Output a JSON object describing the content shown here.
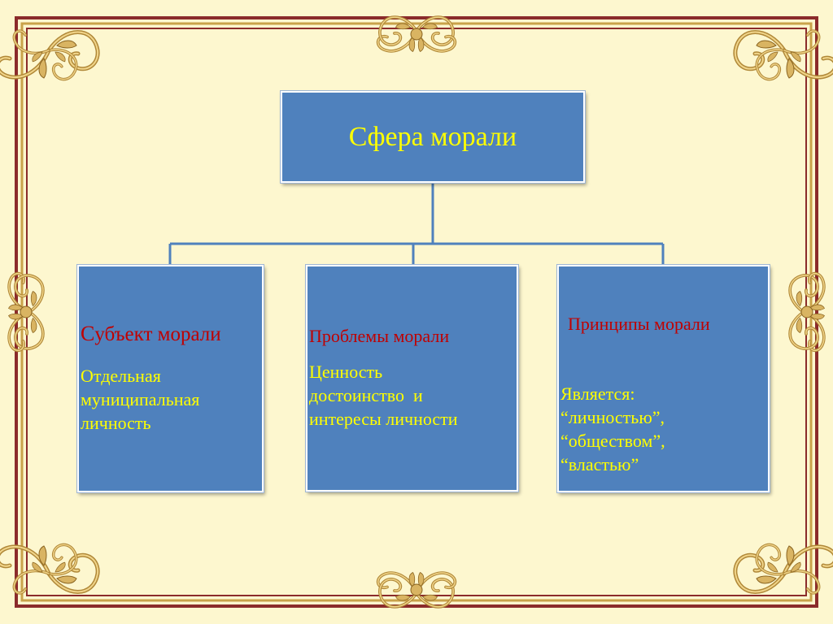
{
  "root": {
    "label": "Сфера морали"
  },
  "branches": [
    {
      "heading_first_letter": "С",
      "heading_rest": "убъект морали",
      "lines": [
        "Отдельная",
        "муниципальная",
        "личность"
      ]
    },
    {
      "heading": "Проблемы морали",
      "lines": [
        "Ценность",
        "достоинство  и",
        "интересы личности"
      ]
    },
    {
      "heading": "Принципы морали",
      "lines": [
        "Является:",
        "“личностью”,",
        "“обществом”,",
        "“властью”"
      ]
    }
  ],
  "colors": {
    "background": "#fdf7cf",
    "box_fill": "#4f81bd",
    "connector": "#4f81bd",
    "title_text": "#ffff00",
    "heading_text": "#c00000",
    "frame_gold": "#c9a24a",
    "frame_brown": "#8b2b2b"
  }
}
